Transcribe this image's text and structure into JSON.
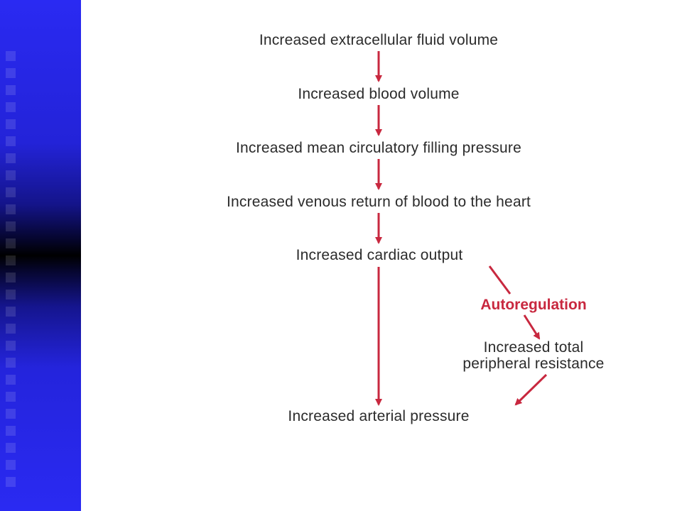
{
  "nodes": {
    "ecf": "Increased extracellular fluid volume",
    "blood_volume": "Increased blood volume",
    "filling_pressure": "Increased mean circulatory filling pressure",
    "venous_return": "Increased venous return of blood to the heart",
    "cardiac_output": "Increased cardiac output",
    "autoregulation": "Autoregulation",
    "tpr_line1": "Increased total",
    "tpr_line2": "peripheral resistance",
    "arterial_pressure": "Increased arterial pressure"
  },
  "colors": {
    "text": "#2b2b2b",
    "arrow": "#c8283f",
    "sidebar": "#2a2af2"
  }
}
